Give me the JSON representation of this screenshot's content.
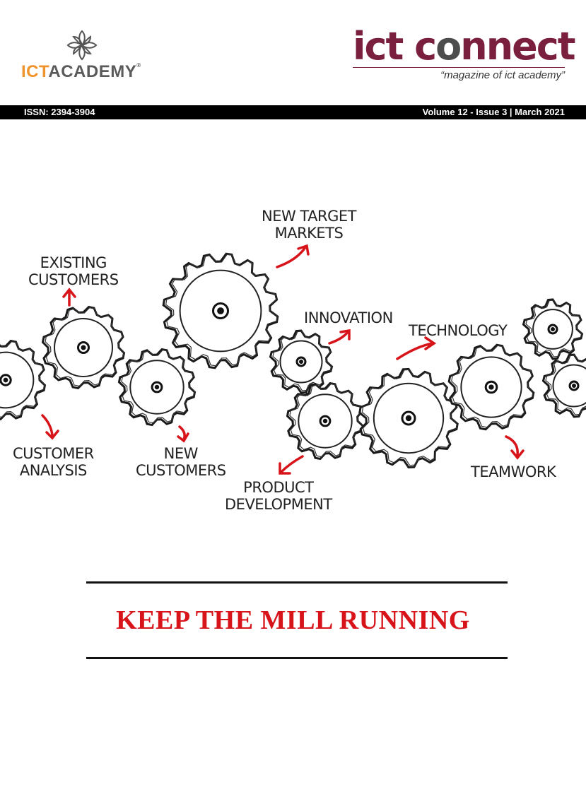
{
  "header": {
    "left_logo": {
      "part1": "ICT",
      "part2": "ACADEMY",
      "reg": "®"
    },
    "right_logo": {
      "part1": "ict c",
      "part2": "o",
      "part3": "nnect",
      "tagline": "“magazine of ict academy”"
    },
    "issn": "ISSN: 2394-3904",
    "issue": "Volume 12 - Issue 3 | March 2021"
  },
  "illustration": {
    "labels": {
      "existing_customers": "EXISTING\nCUSTOMERS",
      "new_target_markets": "NEW TARGET\nMARKETS",
      "innovation": "INNOVATION",
      "technology": "TECHNOLOGY",
      "customer_analysis": "CUSTOMER\nANALYSIS",
      "new_customers": "NEW\nCUSTOMERS",
      "product_development": "PRODUCT\nDEVELOPMENT",
      "teamwork": "TEAMWORK"
    },
    "arrow_color": "#d8141b"
  },
  "headline": "KEEP THE MILL RUNNING"
}
